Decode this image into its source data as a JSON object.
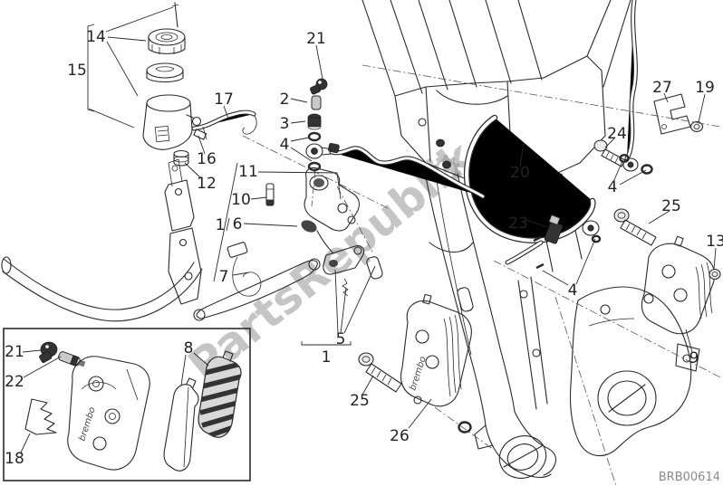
{
  "diagram": {
    "watermark": "PartsRepublik",
    "watermark_gear_glyph": "⚙",
    "code": "BRB00614",
    "caliper_brand": "brembo",
    "background_color": "#ffffff",
    "line_color": "#2a2a2a",
    "watermark_color": "#8d8d8d",
    "code_color": "#8a8a8a"
  },
  "callouts": [
    {
      "label": "14"
    },
    {
      "label": "15"
    },
    {
      "label": "17"
    },
    {
      "label": "16"
    },
    {
      "label": "12"
    },
    {
      "label": "11"
    },
    {
      "label": "10"
    },
    {
      "label": "1"
    },
    {
      "label": "6"
    },
    {
      "label": "7"
    },
    {
      "label": "21"
    },
    {
      "label": "2"
    },
    {
      "label": "3"
    },
    {
      "label": "4"
    },
    {
      "label": "5"
    },
    {
      "label": "1"
    },
    {
      "label": "20"
    },
    {
      "label": "23"
    },
    {
      "label": "24"
    },
    {
      "label": "27"
    },
    {
      "label": "19"
    },
    {
      "label": "4"
    },
    {
      "label": "25"
    },
    {
      "label": "13"
    },
    {
      "label": "4"
    },
    {
      "label": "9"
    },
    {
      "label": "25"
    },
    {
      "label": "26"
    },
    {
      "label": "21"
    },
    {
      "label": "22"
    },
    {
      "label": "8"
    },
    {
      "label": "18"
    }
  ]
}
